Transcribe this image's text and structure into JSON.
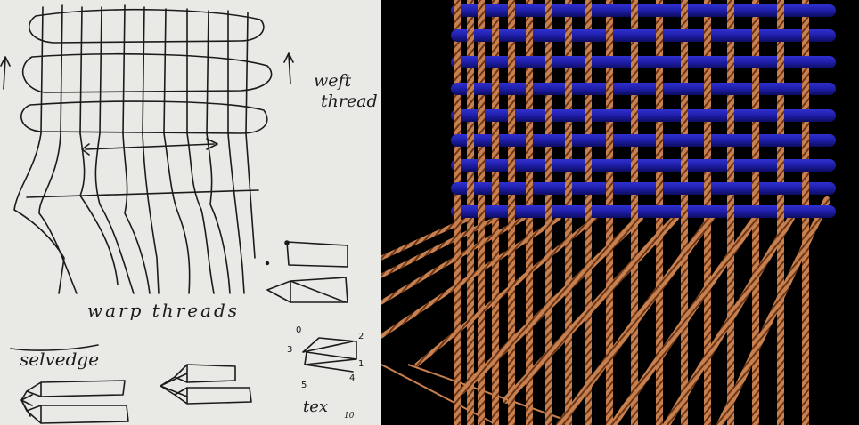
{
  "sketch": {
    "weft_label_line1": "weft",
    "weft_label_line2": "thread",
    "warp_label": "warp threads",
    "selvedge_label": "selvedge",
    "tex_label": "tex",
    "page_number": "10",
    "vertex_labels": {
      "v0": "0",
      "v1": "1",
      "v2": "2",
      "v3": "3",
      "v4": "4",
      "v5": "5"
    },
    "ink_color": "#1b1b1b",
    "paper_color": "#e9eae6"
  },
  "render": {
    "background": "#000000",
    "weft_color": "#1e1ea8",
    "warp_color": "#c9804f"
  }
}
